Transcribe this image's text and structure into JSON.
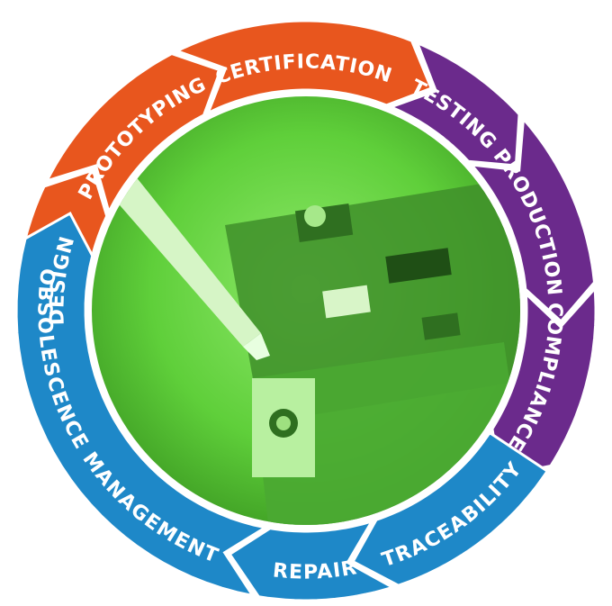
{
  "diagram": {
    "segments": [
      {
        "id": "design",
        "label": "DESIGN",
        "group": "orange"
      },
      {
        "id": "prototyping",
        "label": "PROTOTYPING",
        "group": "orange"
      },
      {
        "id": "certification",
        "label": "CERTIFICATION",
        "group": "orange"
      },
      {
        "id": "testing",
        "label": "TESTING",
        "group": "purple"
      },
      {
        "id": "production",
        "label": "PRODUCTION",
        "group": "purple"
      },
      {
        "id": "compliance",
        "label": "COMPLIANCE",
        "group": "purple"
      },
      {
        "id": "traceability",
        "label": "TRACEABILITY",
        "group": "blue"
      },
      {
        "id": "repair",
        "label": "REPAIR",
        "group": "blue"
      },
      {
        "id": "obsolescence",
        "label": "OBSOLESCENCE MANAGEMENT",
        "group": "blue"
      }
    ],
    "colors": {
      "orange": "#e8561e",
      "purple": "#6b2a8c",
      "blue": "#1e88c8",
      "photo_tint": "#5fcf3a"
    }
  }
}
